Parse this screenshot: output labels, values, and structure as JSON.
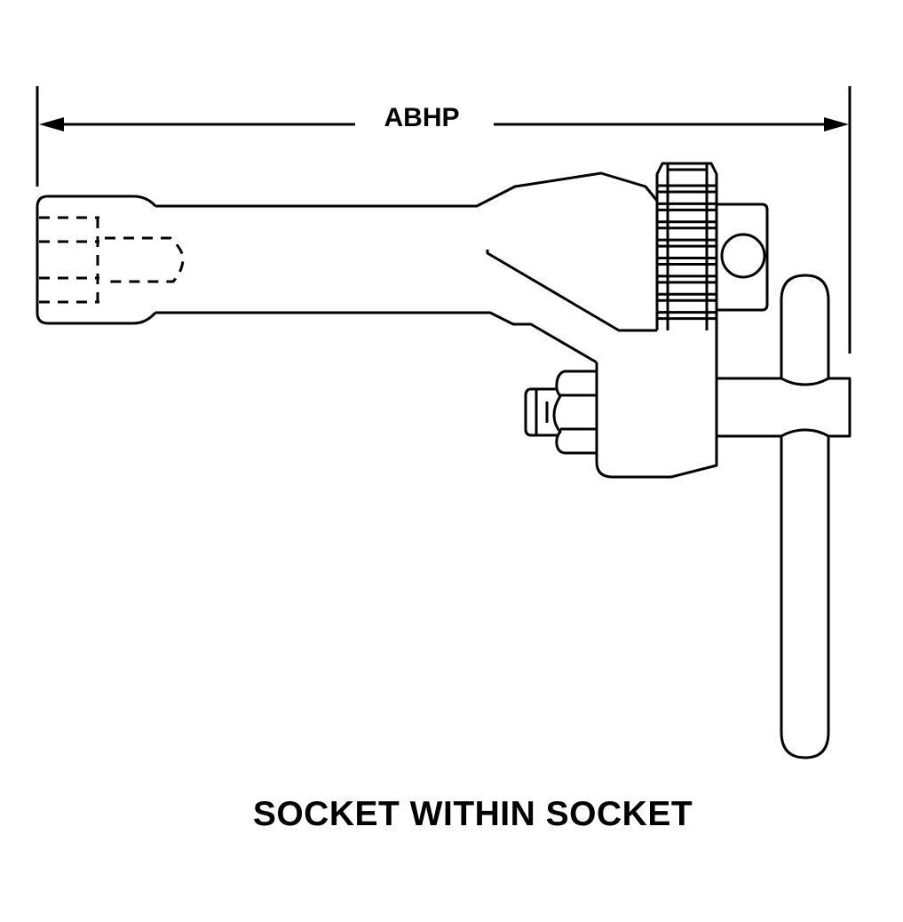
{
  "drawing": {
    "dimension_label": "ABHP",
    "caption": "SOCKET WITHIN SOCKET",
    "line_color": "#000000",
    "background_color": "#ffffff",
    "knurl_ridge_count": 8
  }
}
